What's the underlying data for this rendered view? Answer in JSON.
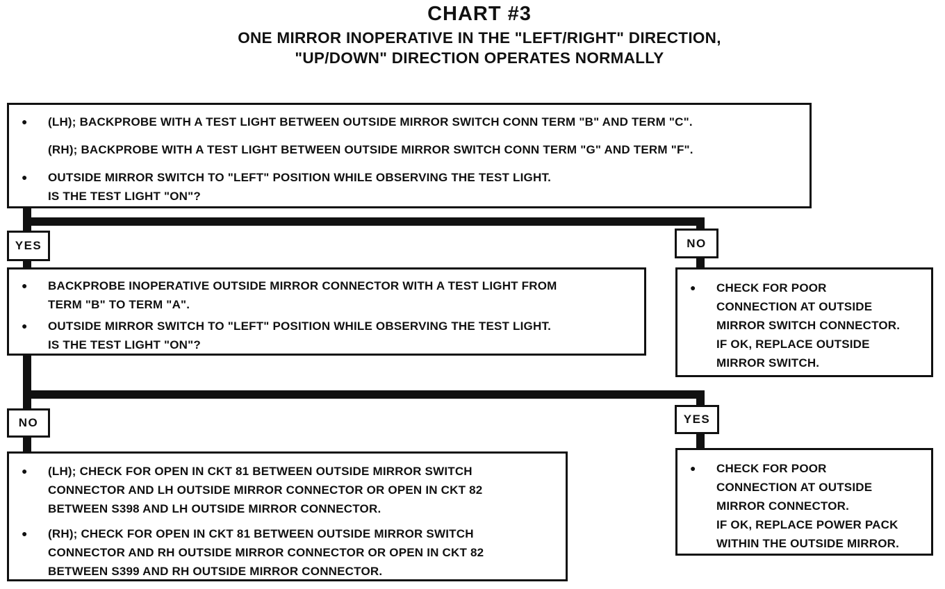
{
  "title": {
    "chart_number": "CHART #3",
    "subtitle_line1": "ONE MIRROR INOPERATIVE IN THE \"LEFT/RIGHT\" DIRECTION,",
    "subtitle_line2": "\"UP/DOWN\" DIRECTION OPERATES NORMALLY"
  },
  "glyphs": {
    "bullet": "●"
  },
  "colors": {
    "ink": "#111111",
    "paper": "#ffffff"
  },
  "labels": {
    "yes1": "YES",
    "no1": "NO",
    "no2": "NO",
    "yes2": "YES"
  },
  "box1": {
    "items": [
      {
        "lines": [
          "(LH); BACKPROBE WITH A TEST LIGHT BETWEEN OUTSIDE MIRROR SWITCH CONN TERM \"B\" AND TERM \"C\"."
        ]
      },
      {
        "lines": [
          "(RH); BACKPROBE WITH A TEST LIGHT BETWEEN OUTSIDE MIRROR SWITCH CONN TERM \"G\" AND TERM \"F\"."
        ]
      },
      {
        "lines": [
          "OUTSIDE MIRROR SWITCH TO \"LEFT\" POSITION WHILE OBSERVING THE TEST LIGHT.",
          "IS THE TEST LIGHT \"ON\"?"
        ]
      }
    ]
  },
  "box2": {
    "items": [
      {
        "lines": [
          "BACKPROBE INOPERATIVE OUTSIDE MIRROR CONNECTOR WITH A TEST LIGHT FROM",
          "TERM \"B\" TO TERM \"A\"."
        ]
      },
      {
        "lines": [
          "OUTSIDE MIRROR SWITCH TO \"LEFT\" POSITION WHILE OBSERVING THE TEST LIGHT.",
          "IS THE TEST LIGHT \"ON\"?"
        ]
      }
    ]
  },
  "box3": {
    "items": [
      {
        "lines": [
          "CHECK FOR POOR",
          "CONNECTION AT OUTSIDE",
          "MIRROR SWITCH CONNECTOR.",
          "IF OK, REPLACE OUTSIDE",
          "MIRROR SWITCH."
        ]
      }
    ]
  },
  "box4": {
    "items": [
      {
        "lines": [
          "(LH); CHECK FOR OPEN IN CKT 81 BETWEEN OUTSIDE MIRROR SWITCH",
          "CONNECTOR AND LH OUTSIDE MIRROR CONNECTOR OR OPEN IN CKT 82",
          "BETWEEN S398 AND LH OUTSIDE MIRROR CONNECTOR."
        ]
      },
      {
        "lines": [
          "(RH); CHECK FOR OPEN IN CKT 81 BETWEEN OUTSIDE MIRROR SWITCH",
          "CONNECTOR AND RH OUTSIDE MIRROR CONNECTOR OR OPEN IN CKT 82",
          "BETWEEN S399 AND RH OUTSIDE MIRROR CONNECTOR."
        ]
      }
    ]
  },
  "box5": {
    "items": [
      {
        "lines": [
          "CHECK FOR POOR",
          "CONNECTION AT OUTSIDE",
          "MIRROR CONNECTOR.",
          "IF OK, REPLACE POWER PACK",
          "WITHIN THE OUTSIDE MIRROR."
        ]
      }
    ]
  }
}
